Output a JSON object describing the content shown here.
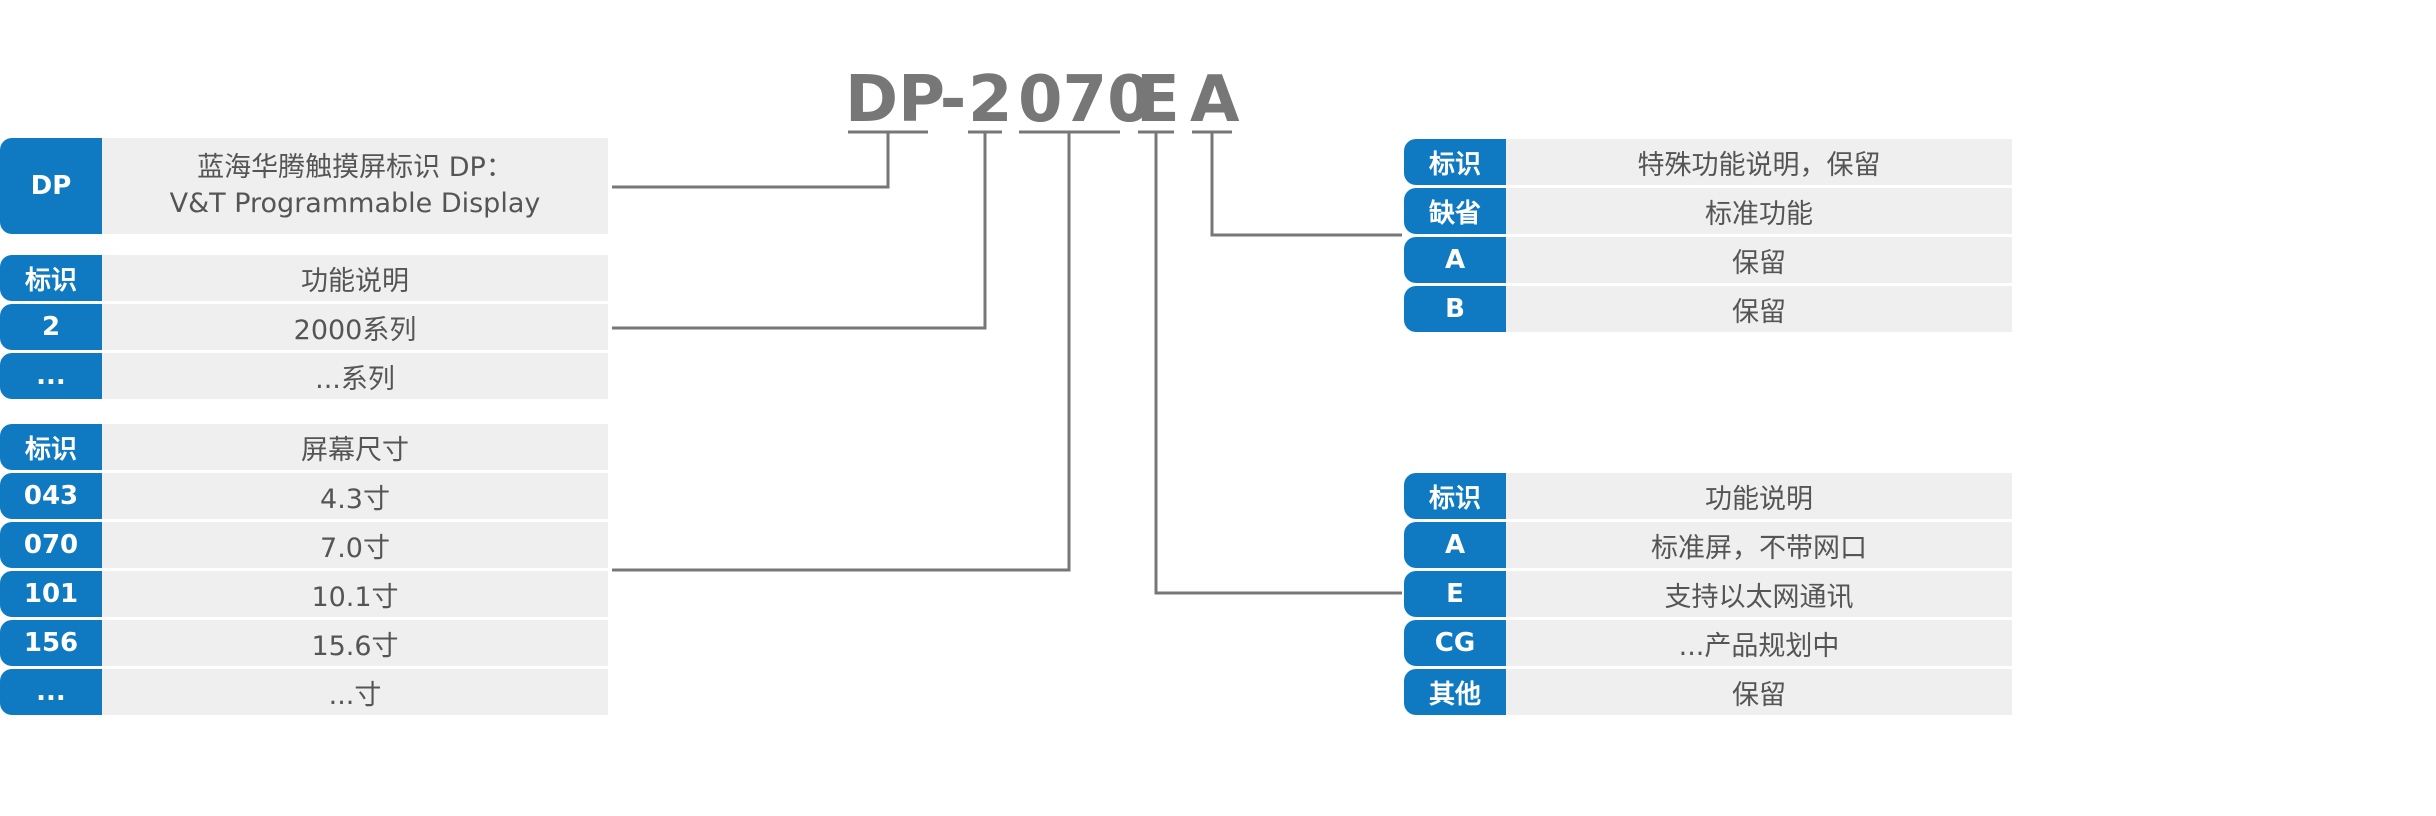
{
  "model_code": {
    "segments": [
      "DP",
      "-",
      "2",
      "070",
      "E",
      "A"
    ]
  },
  "dp_block": {
    "key": "DP",
    "line1": "蓝海华腾触摸屏标识 DP：",
    "line2": "V&T Programmable Display"
  },
  "series_table": {
    "header": {
      "key": "标识",
      "value": "功能说明"
    },
    "rows": [
      {
        "key": "2",
        "value": "2000系列"
      },
      {
        "key": "...",
        "value": "...系列"
      }
    ]
  },
  "size_table": {
    "header": {
      "key": "标识",
      "value": "屏幕尺寸"
    },
    "rows": [
      {
        "key": "043",
        "value": "4.3寸"
      },
      {
        "key": "070",
        "value": "7.0寸"
      },
      {
        "key": "101",
        "value": "10.1寸"
      },
      {
        "key": "156",
        "value": "15.6寸"
      },
      {
        "key": "...",
        "value": "...寸"
      }
    ]
  },
  "special_table": {
    "header": {
      "key": "标识",
      "value": "特殊功能说明，保留"
    },
    "rows": [
      {
        "key": "缺省",
        "value": "标准功能"
      },
      {
        "key": "A",
        "value": "保留"
      },
      {
        "key": "B",
        "value": "保留"
      }
    ]
  },
  "function_table": {
    "header": {
      "key": "标识",
      "value": "功能说明"
    },
    "rows": [
      {
        "key": "A",
        "value": "标准屏，不带网口"
      },
      {
        "key": "E",
        "value": "支持以太网通讯"
      },
      {
        "key": "CG",
        "value": "...产品规划中"
      },
      {
        "key": "其他",
        "value": "保留"
      }
    ]
  },
  "colors": {
    "key_bg": "#0f7ac2",
    "value_bg": "#efefef",
    "line": "#777777",
    "model_text": "#777777"
  }
}
